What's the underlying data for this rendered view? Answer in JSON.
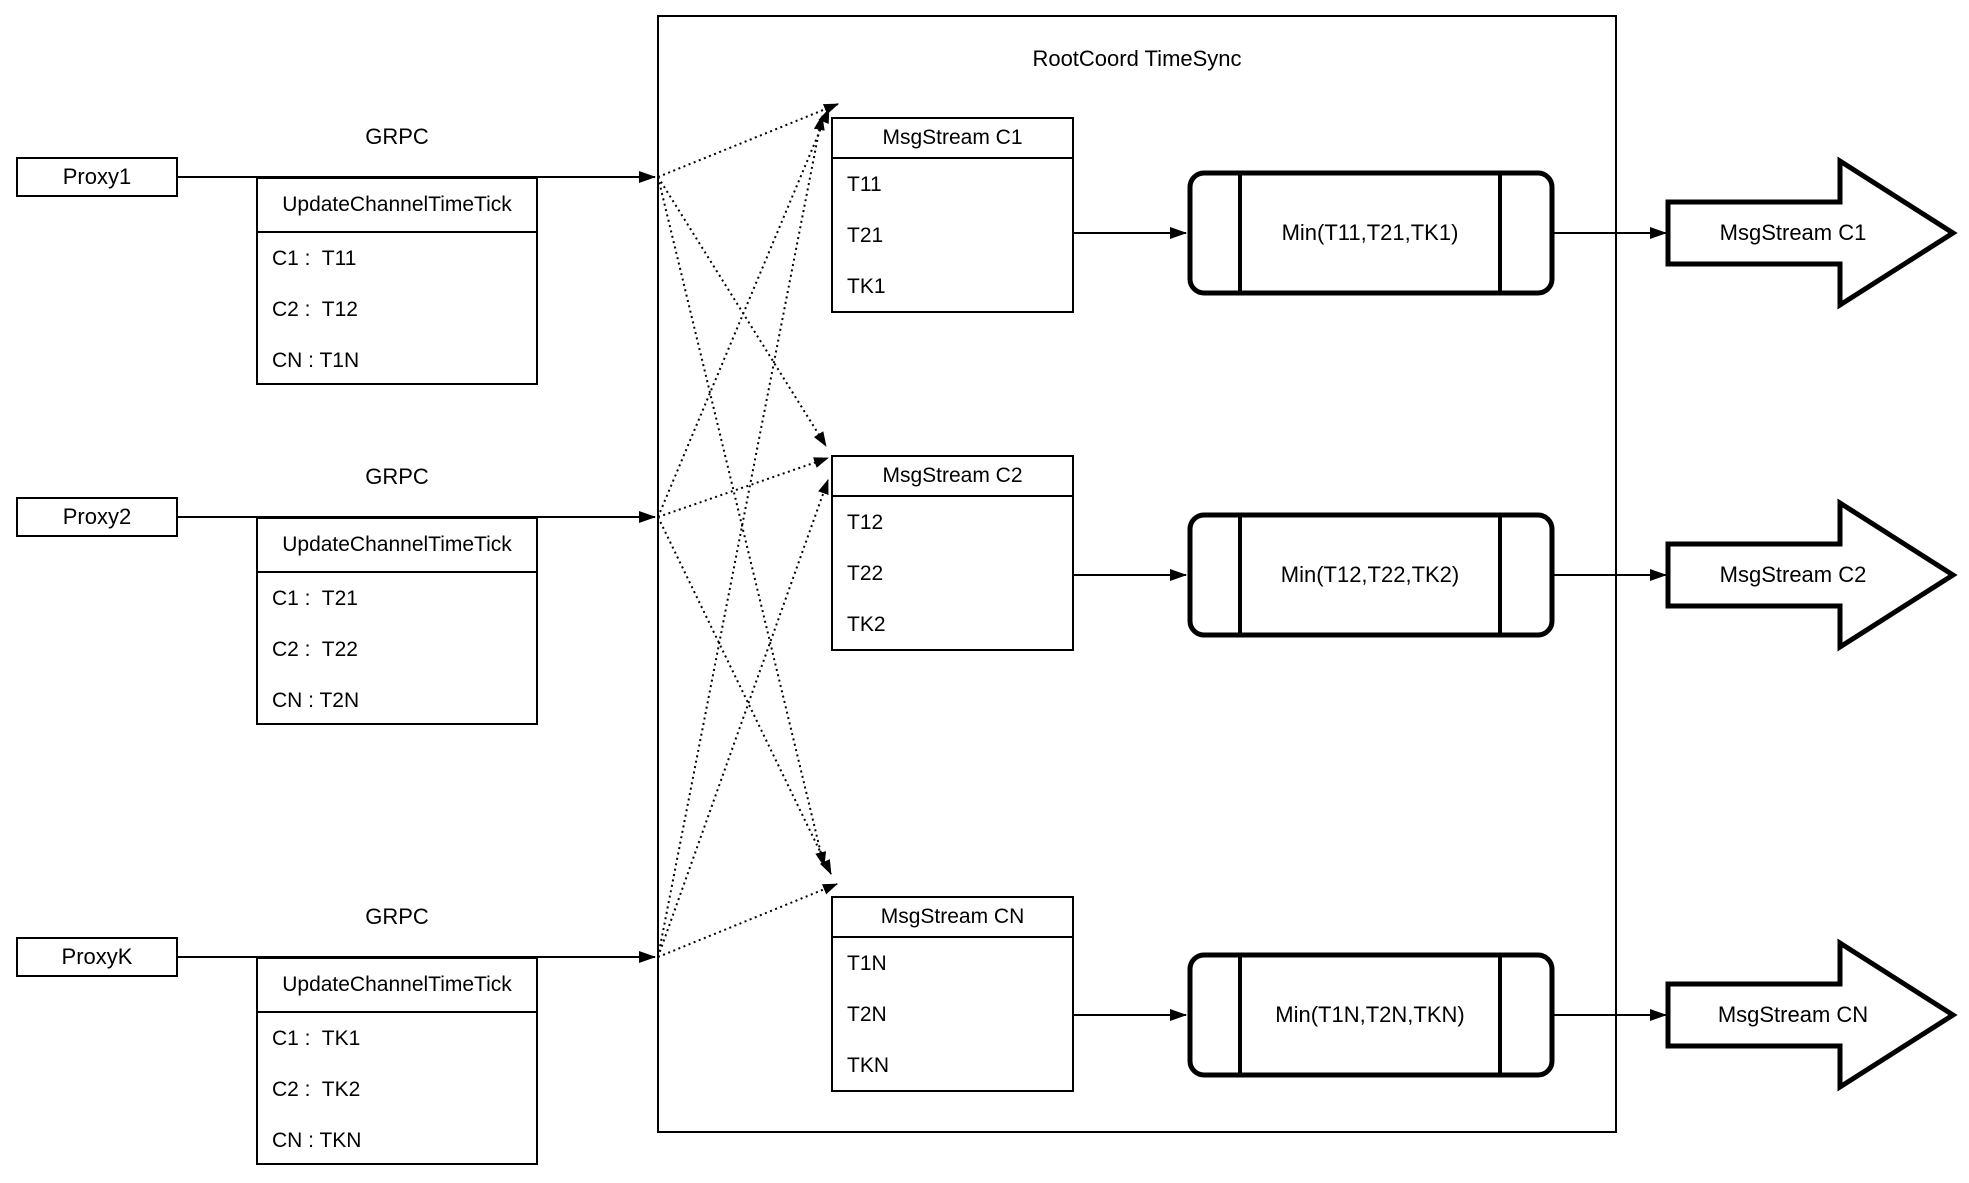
{
  "title": "RootCoord TimeSync",
  "grpc_label": "GRPC",
  "proxies": [
    {
      "name": "Proxy1",
      "message_title": "UpdateChannelTimeTick",
      "entries": [
        "C1 :  T11",
        "C2 :  T12",
        "CN : T1N"
      ]
    },
    {
      "name": "Proxy2",
      "message_title": "UpdateChannelTimeTick",
      "entries": [
        "C1 :  T21",
        "C2 :  T22",
        "CN : T2N"
      ]
    },
    {
      "name": "ProxyK",
      "message_title": "UpdateChannelTimeTick",
      "entries": [
        "C1 :  TK1",
        "C2 :  TK2",
        "CN : TKN"
      ]
    }
  ],
  "streams": [
    {
      "table_title": "MsgStream C1",
      "timestamps": [
        "T11",
        "T21",
        "TK1"
      ],
      "min_label": "Min(T11,T21,TK1)",
      "output_label": "MsgStream C1"
    },
    {
      "table_title": "MsgStream C2",
      "timestamps": [
        "T12",
        "T22",
        "TK2"
      ],
      "min_label": "Min(T12,T22,TK2)",
      "output_label": "MsgStream C2"
    },
    {
      "table_title": "MsgStream CN",
      "timestamps": [
        "T1N",
        "T2N",
        "TKN"
      ],
      "min_label": "Min(T1N,T2N,TKN)",
      "output_label": "MsgStream CN"
    }
  ],
  "colors": {
    "stroke": "#000000",
    "background": "#ffffff"
  }
}
